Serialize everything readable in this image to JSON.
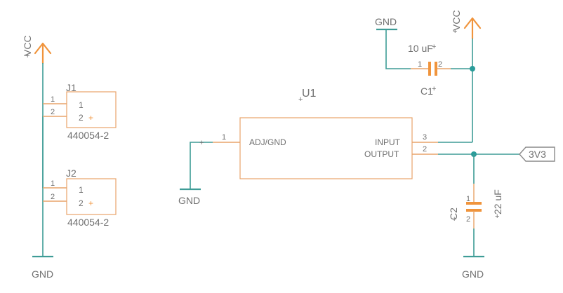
{
  "power": {
    "vcc_left": "VCC",
    "vcc_right": "VCC",
    "gnd_bottom_left": "GND",
    "gnd_top": "GND",
    "gnd_u1": "GND",
    "gnd_bottom_right": "GND"
  },
  "connectors": [
    {
      "ref": "J1",
      "value": "440054-2",
      "pins": [
        "1",
        "2"
      ],
      "outer_pins": [
        "1",
        "2"
      ]
    },
    {
      "ref": "J2",
      "value": "440054-2",
      "pins": [
        "1",
        "2"
      ],
      "outer_pins": [
        "1",
        "2"
      ]
    }
  ],
  "regulator": {
    "ref": "U1",
    "pin_adj_label": "ADJ/GND",
    "pin_adj_num": "1",
    "pin_input_label": "INPUT",
    "pin_input_num": "3",
    "pin_output_label": "OUTPUT",
    "pin_output_num": "2"
  },
  "capacitors": {
    "c1": {
      "ref": "C1",
      "value": "10 uF",
      "pin1": "1",
      "pin2": "2"
    },
    "c2": {
      "ref": "C2",
      "value": "22 uF",
      "pin1": "1",
      "pin2": "2"
    }
  },
  "net_label": "3V3",
  "colors": {
    "wire": "#3e9c96",
    "component": "#e8a46a",
    "power_symbol": "#f0943c",
    "text": "#707070",
    "junction": "#2a9c9a"
  }
}
